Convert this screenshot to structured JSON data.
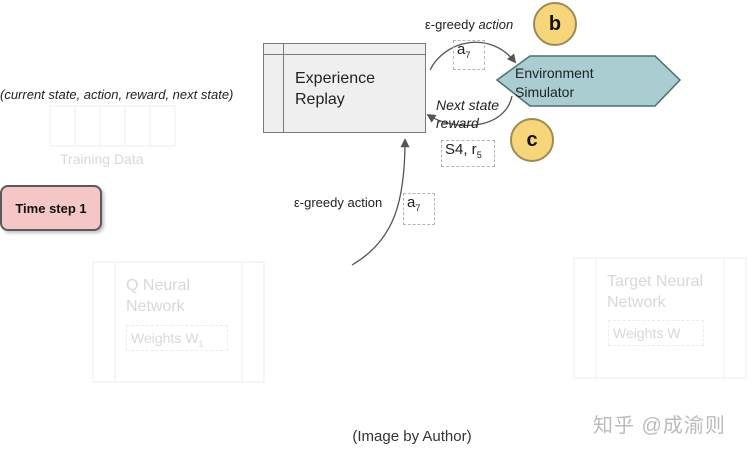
{
  "training_data": {
    "header": "(current state, action, reward, next state)",
    "label": "Training Data"
  },
  "experience_replay": {
    "label_line1": "Experience",
    "label_line2": "Replay"
  },
  "environment": {
    "label_line1": "Environment",
    "label_line2": "Simulator"
  },
  "top_arrow": {
    "label_plain": "ε-greedy",
    "label_italic": "action",
    "badge": "b"
  },
  "top_action": {
    "symbol": "a",
    "subscript": "7"
  },
  "return_arrow": {
    "line1": "Next state",
    "line2": "reward",
    "badge": "c"
  },
  "return_values": {
    "state": "S4, r",
    "subscript": "5"
  },
  "bottom_arrow": {
    "label": "ε-greedy action"
  },
  "bottom_action": {
    "symbol": "a",
    "subscript": "7"
  },
  "time_step": "Time step 1",
  "q_network": {
    "line1": "Q Neural",
    "line2": "Network",
    "weights": "Weights W",
    "weights_sub": "1"
  },
  "target_network": {
    "line1": "Target Neural",
    "line2": "Network",
    "weights": "Weights W"
  },
  "caption": "(Image by Author)",
  "watermark": "知乎 @成渝则",
  "colors": {
    "env_fill": "#a9cdd0",
    "badge_fill": "#f7d57b",
    "time_step_fill": "#f4c6c6",
    "replay_fill": "#efefef"
  }
}
